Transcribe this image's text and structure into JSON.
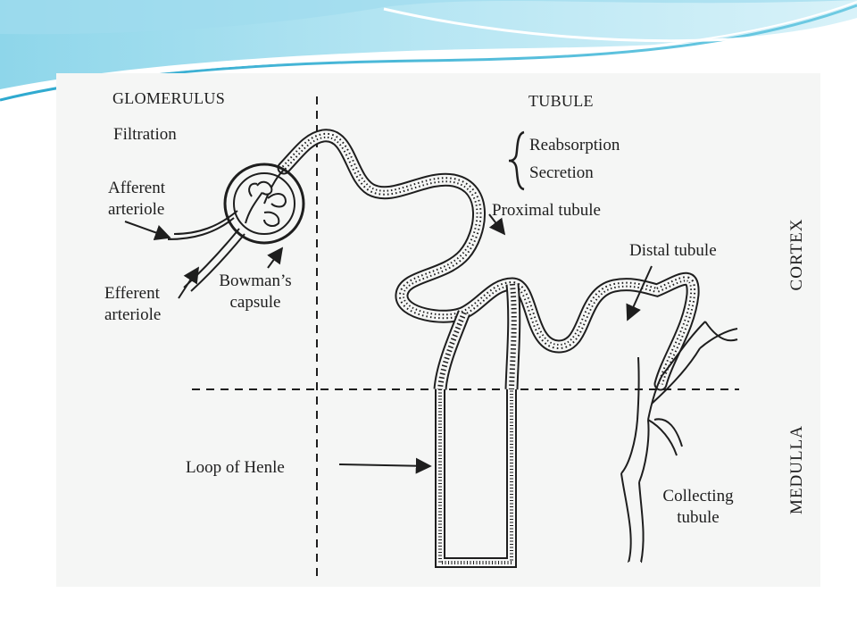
{
  "slide": {
    "accent_color": "#3db5d9",
    "accent_light": "#bde7f2",
    "figure_background": "#f5f6f5"
  },
  "diagram": {
    "labels": {
      "glomerulus": "GLOMERULUS",
      "filtration": "Filtration",
      "tubule": "TUBULE",
      "reabsorption": "Reabsorption",
      "secretion": "Secretion",
      "afferent_line1": "Afferent",
      "afferent_line2": "arteriole",
      "efferent_line1": "Efferent",
      "efferent_line2": "arteriole",
      "bowmans_line1": "Bowman’s",
      "bowmans_line2": "capsule",
      "proximal_tubule": "Proximal tubule",
      "distal_tubule": "Distal tubule",
      "loop_of_henle": "Loop of Henle",
      "collecting_line1": "Collecting",
      "collecting_line2": "tubule",
      "cortex": "CORTEX",
      "medulla": "MEDULLA"
    }
  }
}
